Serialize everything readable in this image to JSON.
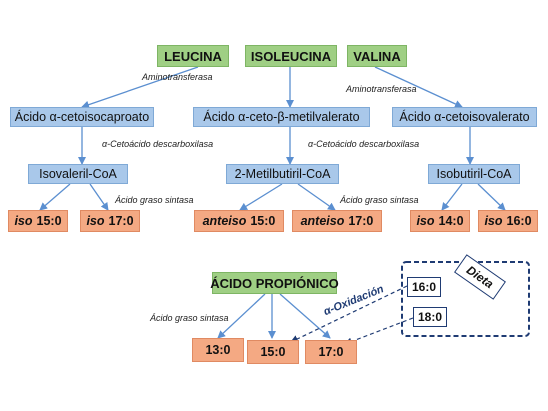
{
  "amino_acids": {
    "leucina": "LEUCINA",
    "isoleucina": "ISOLEUCINA",
    "valina": "VALINA"
  },
  "enzymes": {
    "aminotransferasa_left": "Aminotransferasa",
    "aminotransferasa_right": "Aminotransferasa",
    "cetoacido_left": "α-Cetoácido descarboxilasa",
    "cetoacido_right": "α-Cetoácido descarboxilasa",
    "graso_top_left": "Ácido graso sintasa",
    "graso_top_right": "Ácido graso sintasa",
    "graso_bottom": "Ácido graso sintasa",
    "oxidacion": "α-Oxidación"
  },
  "keto_acids": {
    "cetoisocaproato": "Ácido α-cetoisocaproato",
    "cetometilvalerato": "Ácido α-ceto-β-metilvalerato",
    "cetoisovalerato": "Ácido α-cetoisovalerato"
  },
  "coa": {
    "isovaleril": "Isovaleril-CoA",
    "metilbutiril": "2-Metilbutiril-CoA",
    "isobutiril": "Isobutiril-CoA"
  },
  "fatty_acids": [
    {
      "prefix": "iso",
      "value": "15:0"
    },
    {
      "prefix": "iso",
      "value": "17:0"
    },
    {
      "prefix": "anteiso",
      "value": "15:0"
    },
    {
      "prefix": "anteiso",
      "value": "17:0"
    },
    {
      "prefix": "iso",
      "value": "14:0"
    },
    {
      "prefix": "iso",
      "value": "16:0"
    }
  ],
  "propionic": {
    "title": "ÁCIDO PROPIÓNICO",
    "products": [
      "13:0",
      "15:0",
      "17:0"
    ]
  },
  "diet": {
    "label": "Dieta",
    "items": [
      "16:0",
      "18:0"
    ]
  },
  "colors": {
    "green": "#9fcf84",
    "blue": "#a9c8ea",
    "orange": "#f4a983",
    "arrow": "#5b8fd0",
    "navy": "#1f3b73"
  }
}
